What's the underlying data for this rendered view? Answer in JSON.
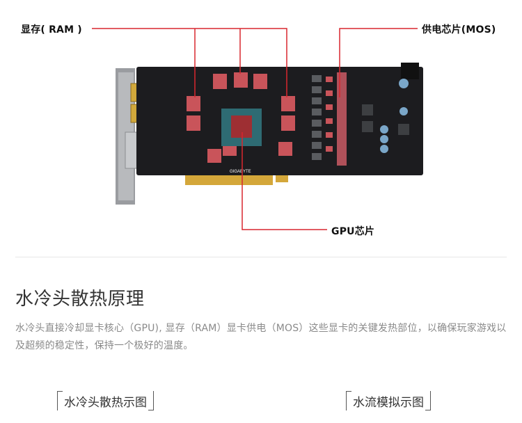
{
  "callouts": {
    "ram": "显存( RAM )",
    "mos": "供电芯片(MOS)",
    "gpu": "GPU芯片"
  },
  "board": {
    "brand": "GIGABYTE"
  },
  "colors": {
    "leader_line": "#d9272e",
    "pcb": "#1c1c1f",
    "memory_chip": "#c9545a",
    "gold_finger": "#d4a73a"
  },
  "section": {
    "title": "水冷头散热原理",
    "description": "水冷头直接冷却显卡核心（GPU), 显存（RAM）显卡供电（MOS）这些显卡的关键发热部位，以确保玩家游戏以及超频的稳定性，保持一个极好的温度。"
  },
  "labels": {
    "left": "水冷头散热示图",
    "right": "水流模拟示图"
  }
}
